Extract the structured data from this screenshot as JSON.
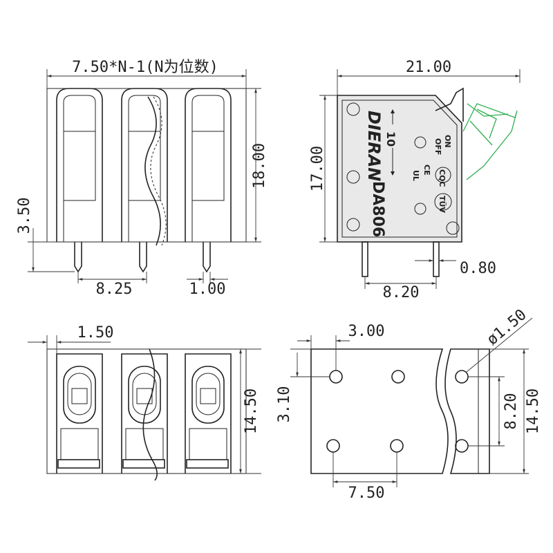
{
  "front_view": {
    "width_label": "7.50*N-1(N为位数)",
    "height_label": "18.00",
    "pin_length_label": "3.50",
    "pitch_label": "8.25",
    "pin_width_label": "1.00"
  },
  "side_view": {
    "width_label": "21.00",
    "height_label": "17.00",
    "pin_thickness_label": "0.80",
    "pin_spacing_label": "8.20",
    "brand": "DIERAN",
    "model": "DA806",
    "wire_size": "10",
    "on_label": "ON",
    "off_label": "OFF",
    "cert_marks": [
      "CQC",
      "TÜV",
      "CE",
      "UL"
    ]
  },
  "top_view": {
    "slot_label": "1.50",
    "depth_label": "14.50"
  },
  "bottom_view": {
    "hole_x_label": "3.00",
    "hole_y_label": "3.10",
    "hole_dia_label": "ø1.50",
    "hole_spacing_v_label": "8.20",
    "depth_label": "14.50",
    "hole_spacing_h_label": "7.50"
  }
}
